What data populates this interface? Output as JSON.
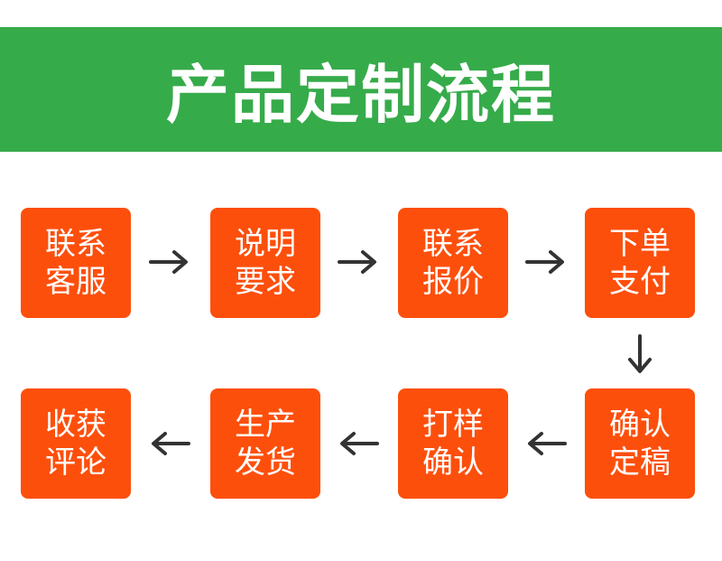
{
  "header": {
    "title": "产品定制流程",
    "background_color": "#36ab4a",
    "text_color": "#ffffff"
  },
  "steps": [
    {
      "label": "联系客服"
    },
    {
      "label": "说明要求"
    },
    {
      "label": "联系报价"
    },
    {
      "label": "下单支付"
    },
    {
      "label": "确认定稿"
    },
    {
      "label": "打样确认"
    },
    {
      "label": "生产发货"
    },
    {
      "label": "收获评论"
    }
  ],
  "colors": {
    "step_fill": "#fd4f0c",
    "step_text": "#ffffff",
    "arrow": "#333333"
  },
  "icons": {
    "right": "arrow-right-icon",
    "down": "arrow-down-icon",
    "left": "arrow-left-icon"
  }
}
